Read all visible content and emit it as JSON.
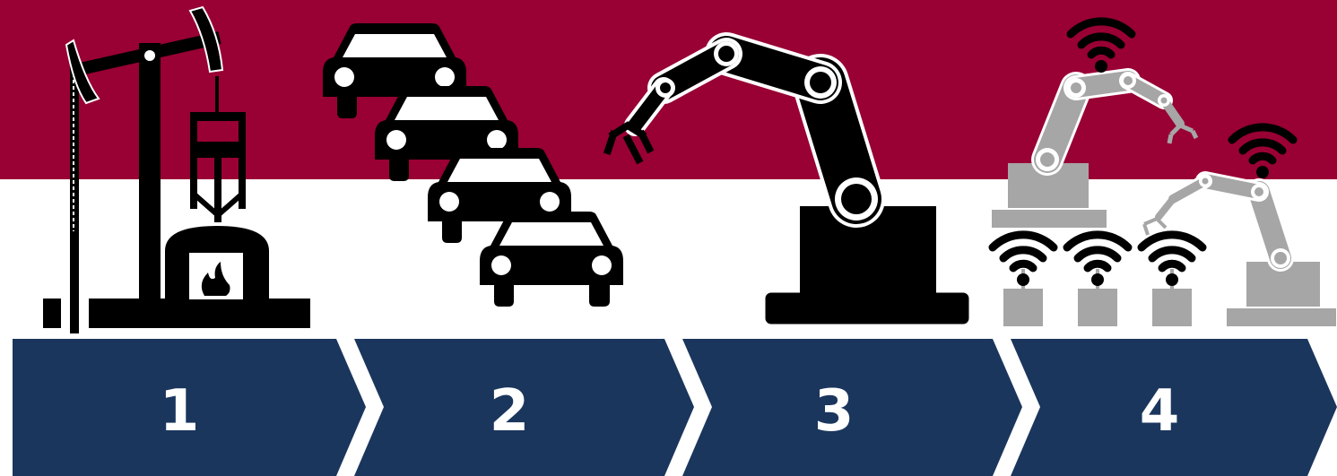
{
  "colors": {
    "top_band": "#990033",
    "bottom_band": "#ffffff",
    "chevron": "#1b365d",
    "chevron_divider": "#ffffff",
    "number": "#ffffff",
    "icon_dark": "#000000",
    "icon_light": "#a6a6a6"
  },
  "steps": [
    {
      "number": "1",
      "icon": "steam-engine-icon"
    },
    {
      "number": "2",
      "icon": "mass-production-cars-icon"
    },
    {
      "number": "3",
      "icon": "industrial-robot-arm-icon"
    },
    {
      "number": "4",
      "icon": "connected-robots-wifi-icon"
    }
  ]
}
